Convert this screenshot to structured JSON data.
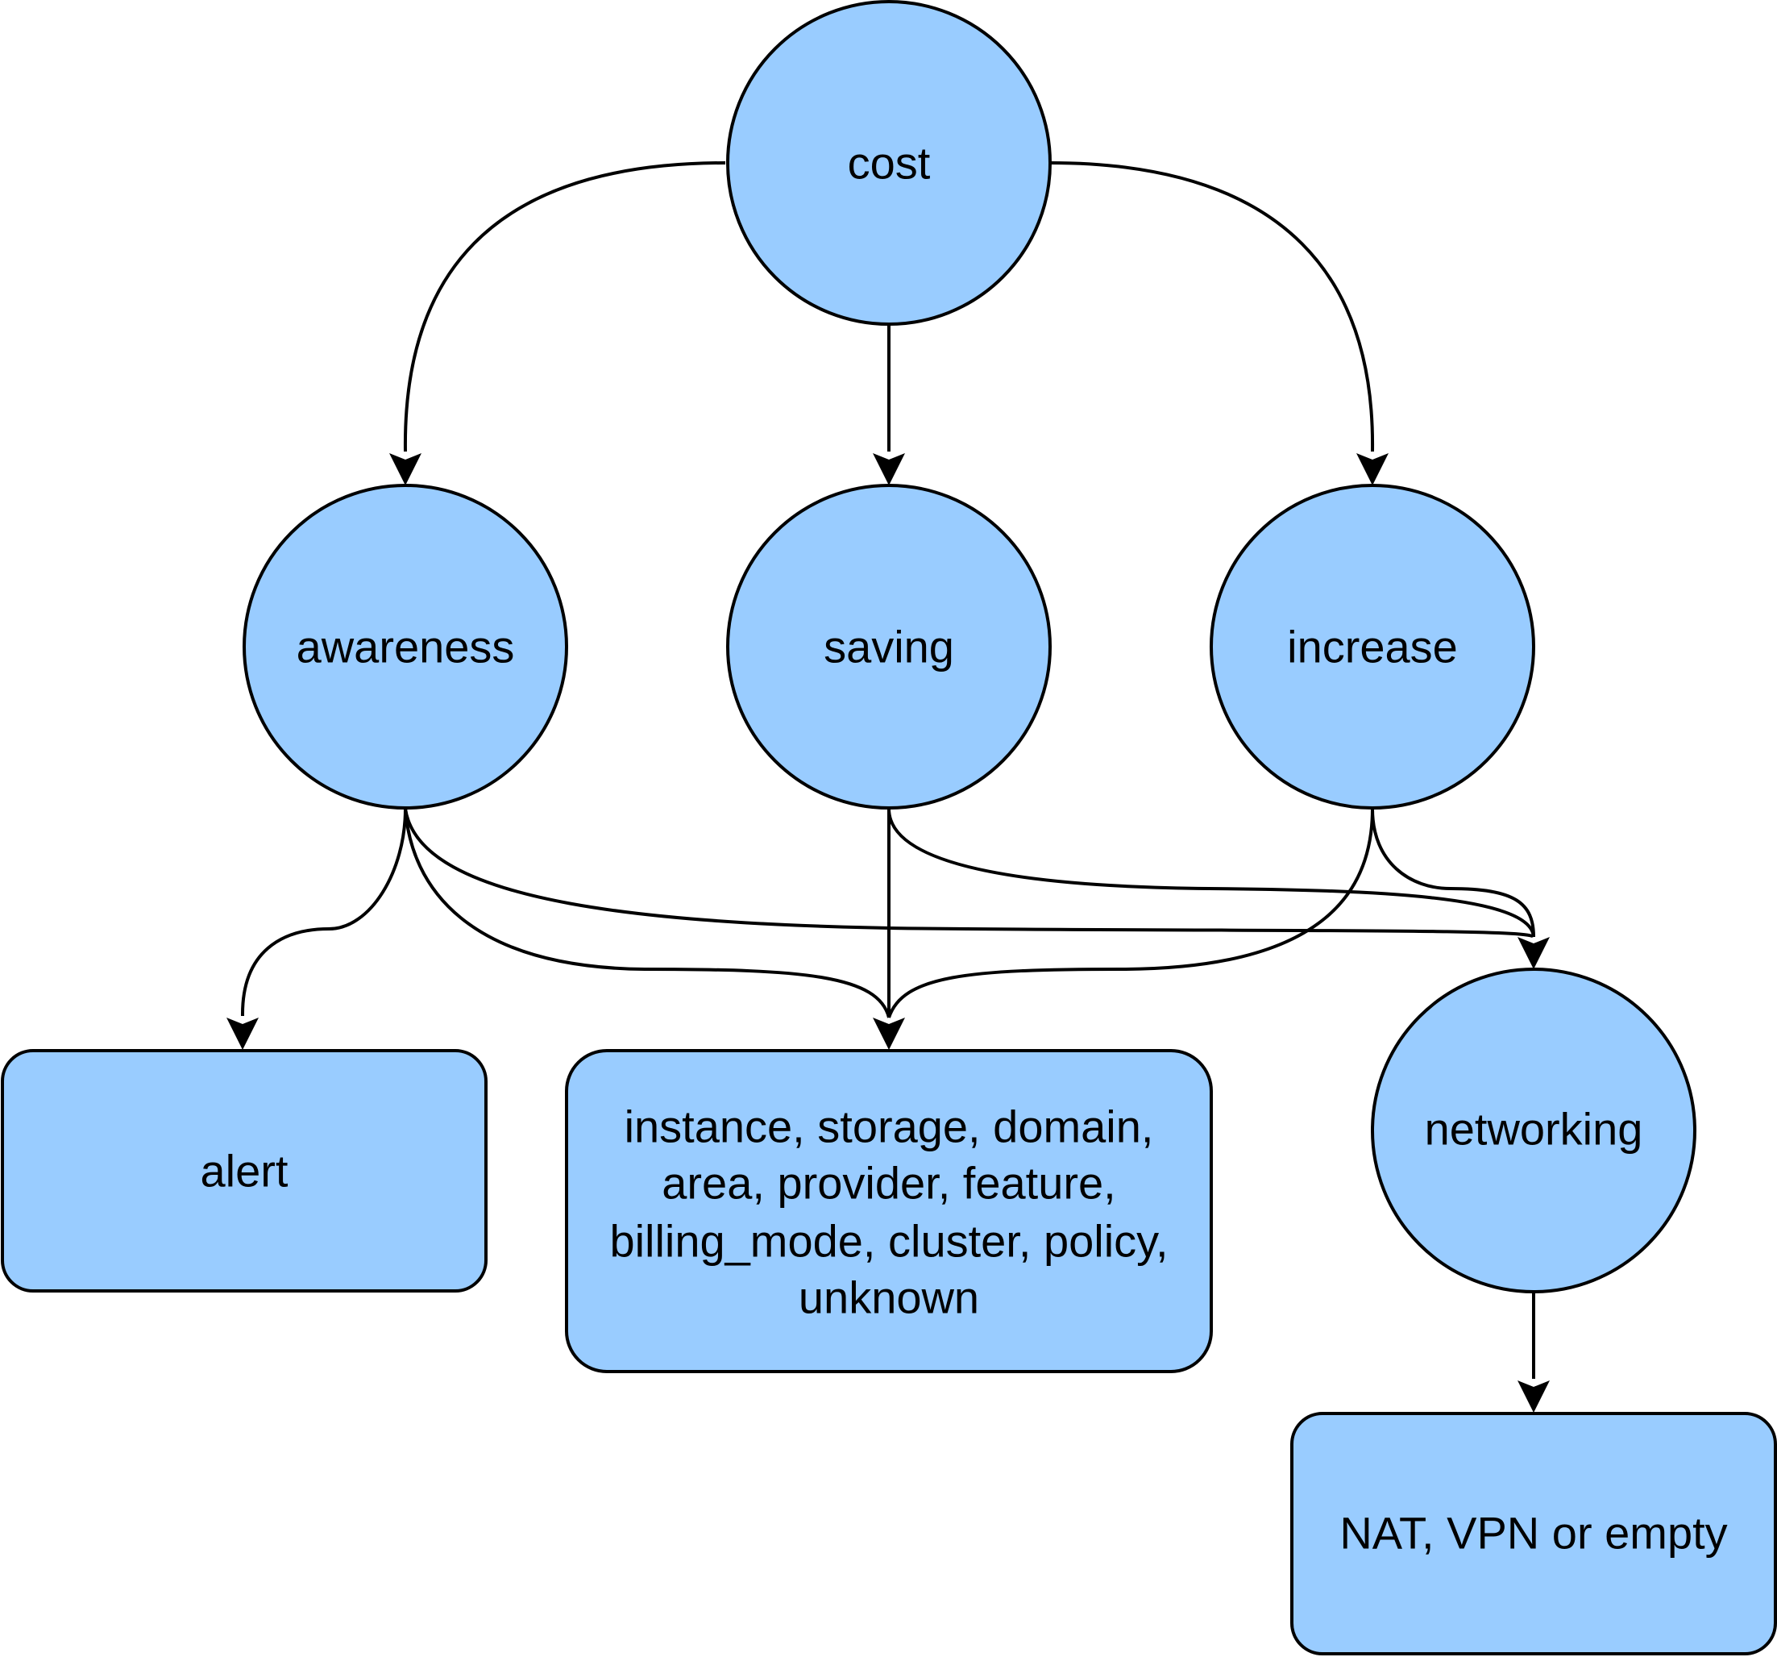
{
  "colors": {
    "node_fill": "#99CCFF",
    "stroke": "#000000",
    "background": "#FFFFFF"
  },
  "nodes": {
    "cost": {
      "shape": "circle",
      "label": "cost"
    },
    "awareness": {
      "shape": "circle",
      "label": "awareness"
    },
    "saving": {
      "shape": "circle",
      "label": "saving"
    },
    "increase": {
      "shape": "circle",
      "label": "increase"
    },
    "alert": {
      "shape": "rounded-rect",
      "label": "alert"
    },
    "dimensions": {
      "shape": "rounded-rect",
      "label_lines": [
        "instance, storage, domain,",
        "area, provider, feature,",
        "billing_mode, cluster, policy,",
        "unknown"
      ]
    },
    "networking": {
      "shape": "circle",
      "label": "networking"
    },
    "networking_types": {
      "shape": "rounded-rect",
      "label": "NAT, VPN or empty"
    }
  },
  "edges": [
    {
      "from": "cost",
      "to": "awareness"
    },
    {
      "from": "cost",
      "to": "saving"
    },
    {
      "from": "cost",
      "to": "increase"
    },
    {
      "from": "awareness",
      "to": "alert"
    },
    {
      "from": "awareness",
      "to": "dimensions"
    },
    {
      "from": "awareness",
      "to": "networking"
    },
    {
      "from": "saving",
      "to": "dimensions"
    },
    {
      "from": "saving",
      "to": "networking"
    },
    {
      "from": "increase",
      "to": "dimensions"
    },
    {
      "from": "increase",
      "to": "networking"
    },
    {
      "from": "networking",
      "to": "networking_types"
    }
  ]
}
